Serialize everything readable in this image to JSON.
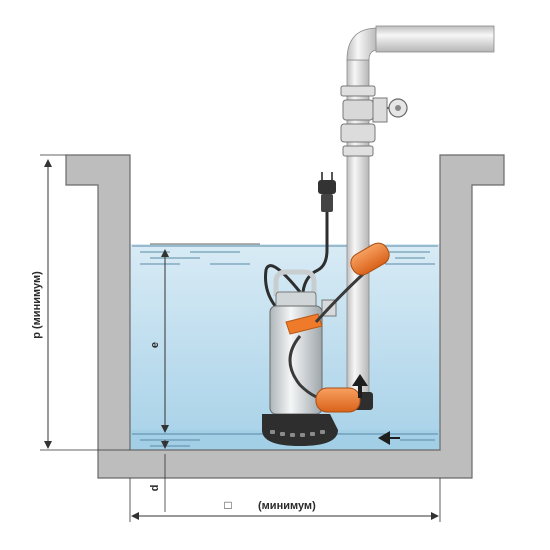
{
  "labels": {
    "height_min": "p (минимум)",
    "water_depth": "e",
    "gap": "d",
    "width_symbol": "□",
    "width_min": "(минимум)"
  },
  "colors": {
    "water_top": "#d8ebf5",
    "water_bottom": "#9fcde6",
    "pit_wall": "#bdbdbd",
    "pump_body": "#e4e8ea",
    "pump_base": "#2e2e2e",
    "float": "#ee7a2a",
    "pipe": "#e8e8e8",
    "dimension_line": "#333333"
  },
  "icons": [
    "plug-icon",
    "valve-icon",
    "flow-arrow-icon",
    "float-switch-icon"
  ]
}
